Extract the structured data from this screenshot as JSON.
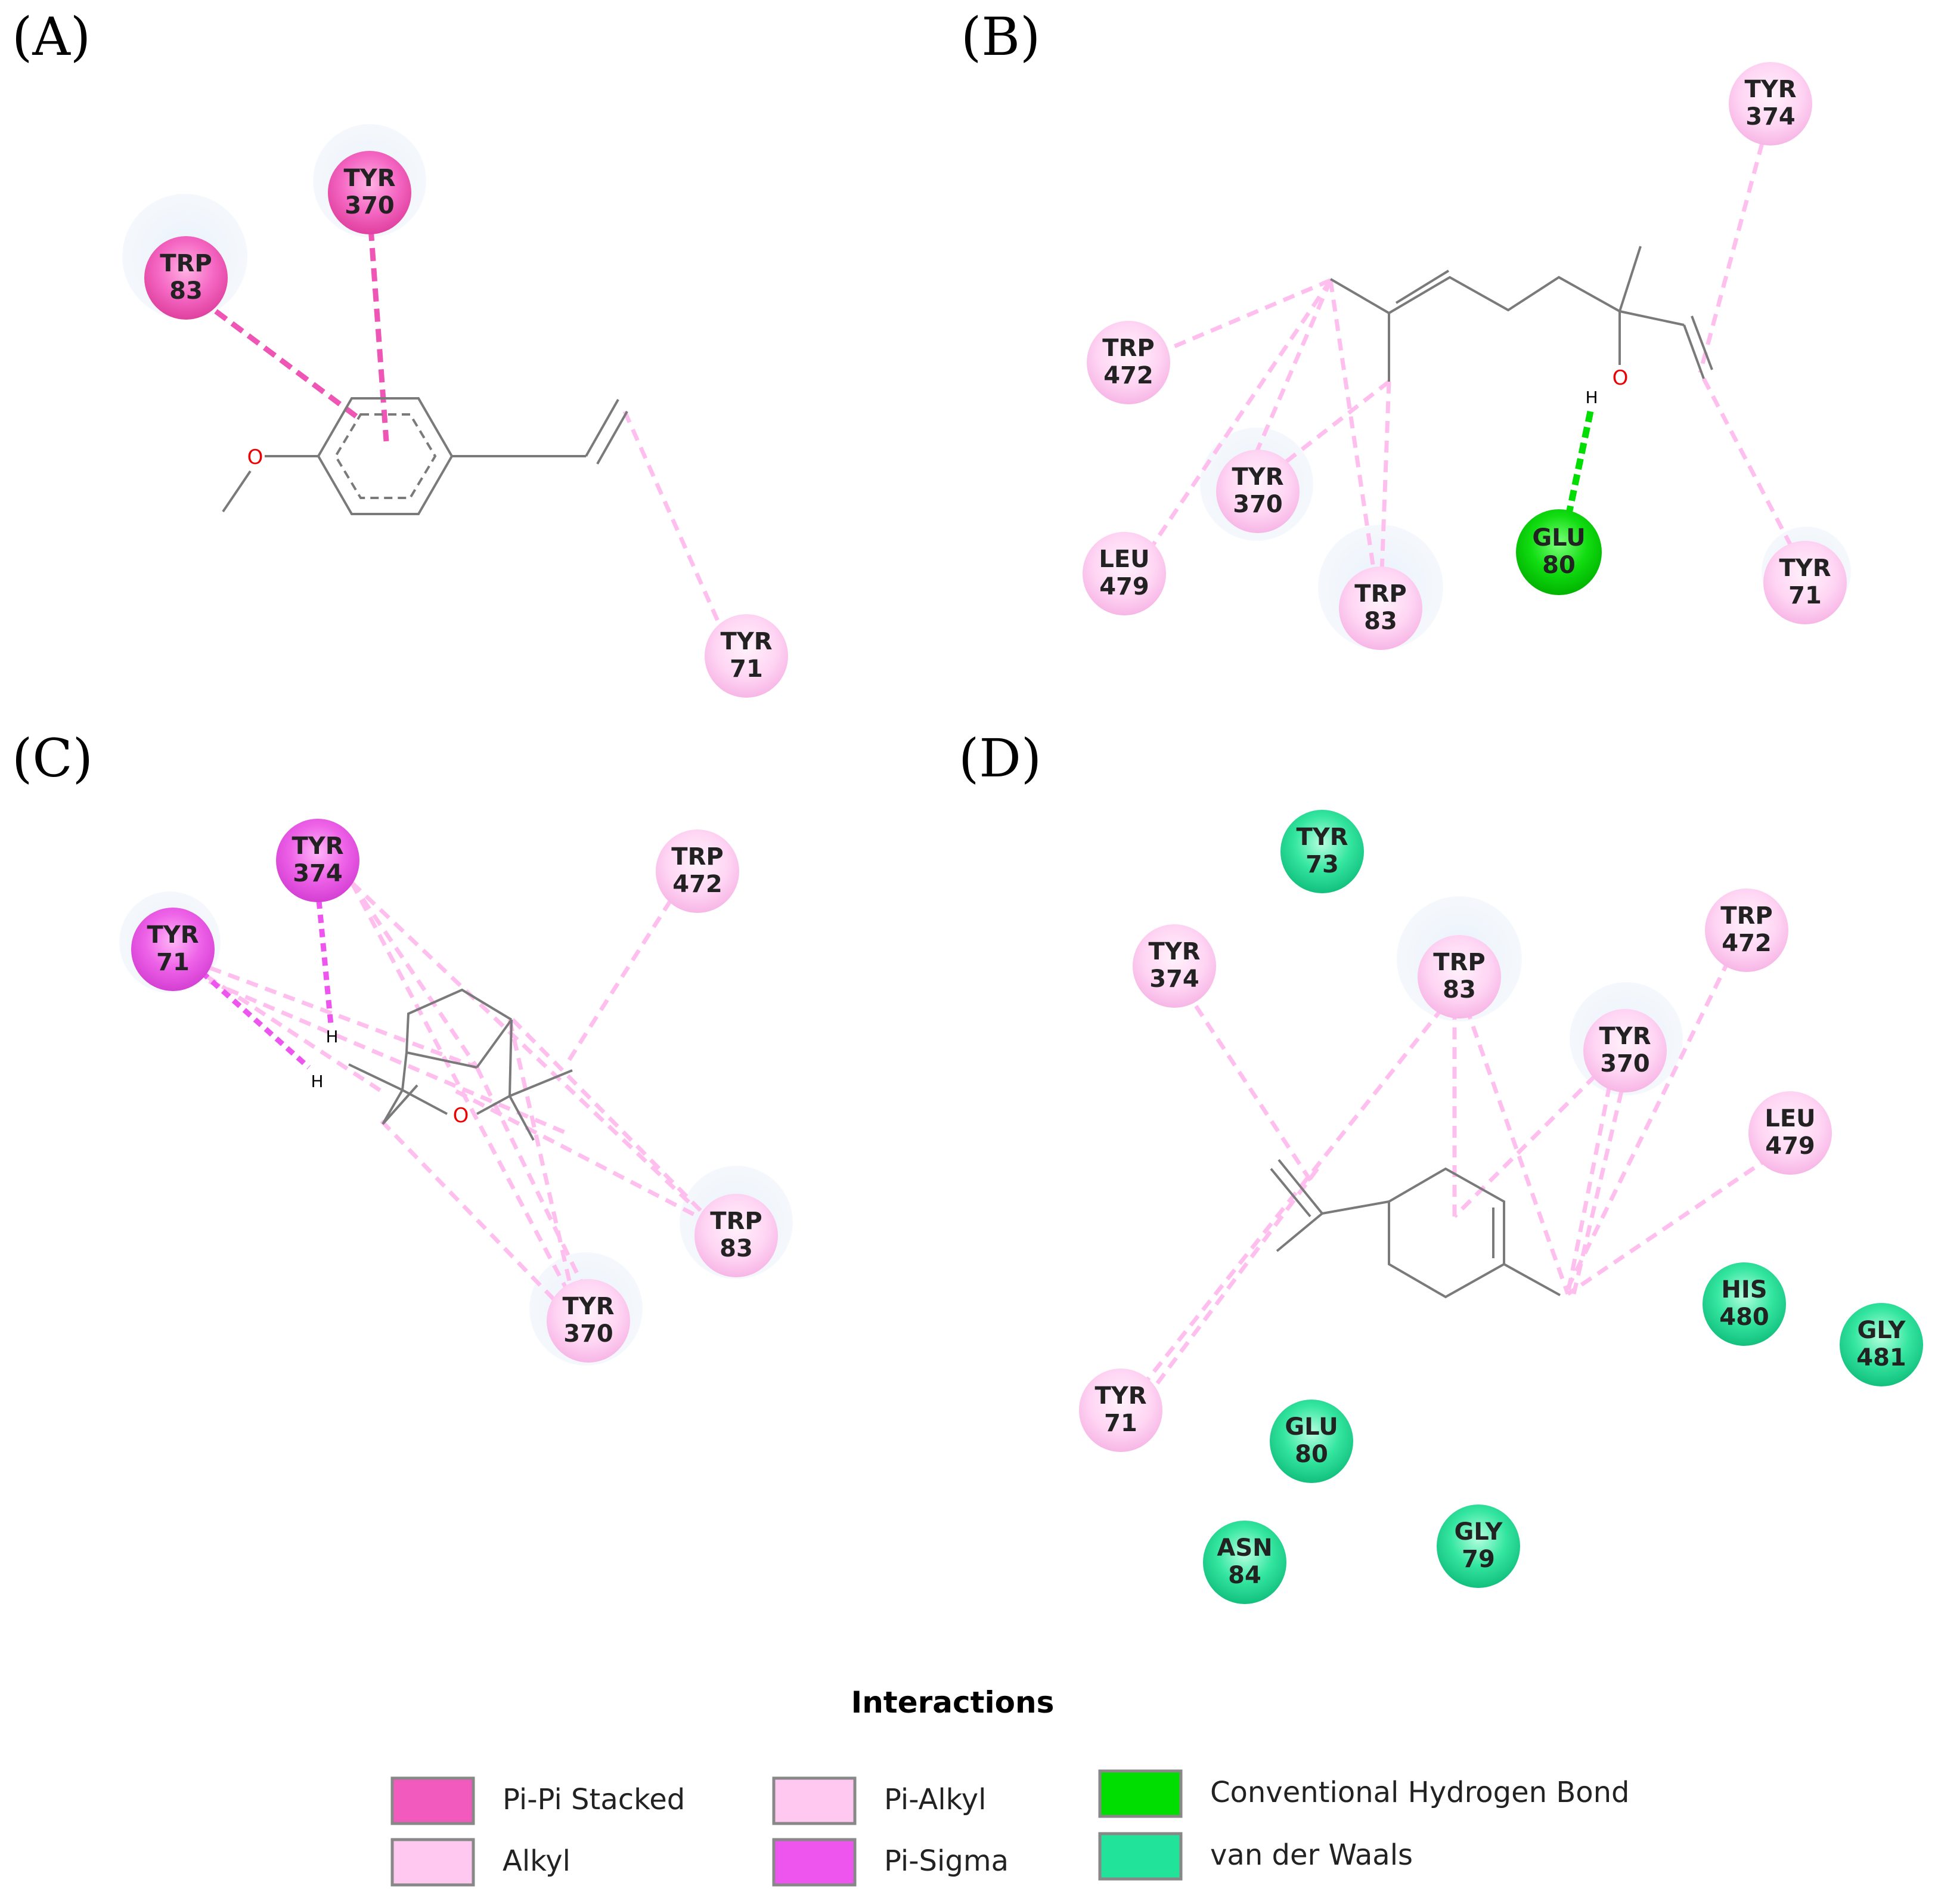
{
  "colors": {
    "pi_pi_stacked": "#f25bbd",
    "alkyl": "#ffc8f0",
    "pi_alkyl": "#ffc8f0",
    "pi_sigma": "#ee55ee",
    "conventional_hbond": "#00dd00",
    "van_der_waals": "#22e39a",
    "bond": "#7a7a7a",
    "oxygen": "#ee0000"
  },
  "panels": [
    {
      "label": "(A)",
      "residues": [
        {
          "name": "TYR",
          "num": "370",
          "type": "pi_pi_stacked"
        },
        {
          "name": "TRP",
          "num": "83",
          "type": "pi_pi_stacked"
        },
        {
          "name": "TYR",
          "num": "71",
          "type": "pi_alkyl"
        }
      ],
      "atoms": [
        {
          "symbol": "O",
          "color": "oxygen"
        }
      ]
    },
    {
      "label": "(B)",
      "residues": [
        {
          "name": "TYR",
          "num": "374",
          "type": "alkyl"
        },
        {
          "name": "TRP",
          "num": "472",
          "type": "alkyl"
        },
        {
          "name": "TYR",
          "num": "370",
          "type": "alkyl"
        },
        {
          "name": "LEU",
          "num": "479",
          "type": "alkyl"
        },
        {
          "name": "TRP",
          "num": "83",
          "type": "pi_alkyl"
        },
        {
          "name": "GLU",
          "num": "80",
          "type": "conventional_hbond"
        },
        {
          "name": "TYR",
          "num": "71",
          "type": "pi_alkyl"
        }
      ],
      "atoms": [
        {
          "symbol": "O",
          "color": "oxygen"
        },
        {
          "symbol": "H",
          "color": "bond"
        }
      ]
    },
    {
      "label": "(C)",
      "residues": [
        {
          "name": "TYR",
          "num": "374",
          "type": "pi_sigma"
        },
        {
          "name": "TRP",
          "num": "472",
          "type": "alkyl"
        },
        {
          "name": "TYR",
          "num": "71",
          "type": "pi_sigma"
        },
        {
          "name": "TRP",
          "num": "83",
          "type": "pi_alkyl"
        },
        {
          "name": "TYR",
          "num": "370",
          "type": "pi_alkyl"
        }
      ],
      "atoms": [
        {
          "symbol": "O",
          "color": "oxygen"
        },
        {
          "symbol": "H",
          "color": "bond"
        },
        {
          "symbol": "H",
          "color": "bond"
        }
      ]
    },
    {
      "label": "(D)",
      "residues": [
        {
          "name": "TYR",
          "num": "73",
          "type": "van_der_waals"
        },
        {
          "name": "TYR",
          "num": "374",
          "type": "alkyl"
        },
        {
          "name": "TRP",
          "num": "83",
          "type": "pi_alkyl"
        },
        {
          "name": "TRP",
          "num": "472",
          "type": "alkyl"
        },
        {
          "name": "TYR",
          "num": "370",
          "type": "pi_alkyl"
        },
        {
          "name": "LEU",
          "num": "479",
          "type": "alkyl"
        },
        {
          "name": "HIS",
          "num": "480",
          "type": "van_der_waals"
        },
        {
          "name": "GLY",
          "num": "481",
          "type": "van_der_waals"
        },
        {
          "name": "TYR",
          "num": "71",
          "type": "pi_alkyl"
        },
        {
          "name": "GLU",
          "num": "80",
          "type": "van_der_waals"
        },
        {
          "name": "ASN",
          "num": "84",
          "type": "van_der_waals"
        },
        {
          "name": "GLY",
          "num": "79",
          "type": "van_der_waals"
        }
      ],
      "atoms": []
    }
  ],
  "legend": {
    "title": "Interactions",
    "items": [
      {
        "label": "Pi-Pi Stacked",
        "color": "#f25bbd"
      },
      {
        "label": "Alkyl",
        "color": "#ffc8f0"
      },
      {
        "label": "Pi-Alkyl",
        "color": "#ffc8f0"
      },
      {
        "label": "Pi-Sigma",
        "color": "#ee55ee"
      },
      {
        "label": "Conventional Hydrogen Bond",
        "color": "#00dd00"
      },
      {
        "label": "van der Waals",
        "color": "#22e39a"
      }
    ]
  }
}
